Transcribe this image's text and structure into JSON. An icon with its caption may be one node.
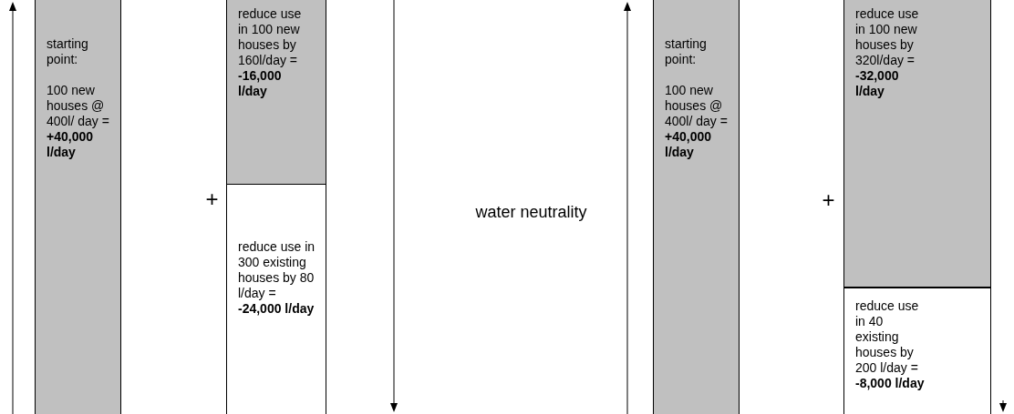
{
  "diagram": {
    "nodes": [
      {
        "text": [
          "starting point:",
          "100 new houses @ 400l/ day = **+40,000 l/day**"
        ]
      },
      {
        "text": [
          "reduce use in 100 new houses by 160l/day = **-16,000 l/day**"
        ]
      },
      {
        "text": [
          "reduce use in 300 existing houses by 80 l/day = **-24,000 l/day**"
        ]
      },
      {
        "text": [
          "starting point:",
          "100 new houses @ 400l/ day = **+40,000 l/day**"
        ]
      },
      {
        "text": [
          "reduce use in 100 new houses by 320l/day = **-32,000 l/day**"
        ]
      },
      {
        "text": [
          "reduce use in 40 existing houses by 200 l/day = **-8,000 l/day**"
        ]
      }
    ],
    "labels": [
      "+",
      "water neutrality",
      "+"
    ]
  }
}
